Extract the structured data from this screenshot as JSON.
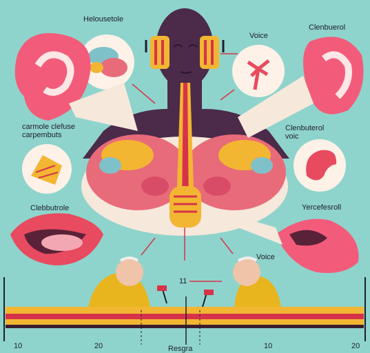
{
  "labels": {
    "top_left": "Helousetole",
    "voice_top": "Voice",
    "top_right": "Clenbuerol",
    "left_mid_1": "carmole clefuse",
    "left_mid_2": "carpembuts",
    "right_mid_1": "Clenbuterol",
    "right_mid_2": "voic",
    "left_lower": "Clebbutrole",
    "right_lower": "Yercefesroll",
    "voice_bottom": "Voice",
    "marker": "11",
    "bottom_center": "Resgra"
  },
  "timeline_ticks": [
    "10",
    "20",
    "10",
    "20"
  ],
  "colors": {
    "background": "#8fd4cc",
    "head": "#4b2a4a",
    "brain_pink": "#e86b7a",
    "brain_yellow": "#f2b632",
    "ear": "#f25c7a",
    "arrow": "#d6334a",
    "suit": "#e8b51f"
  }
}
